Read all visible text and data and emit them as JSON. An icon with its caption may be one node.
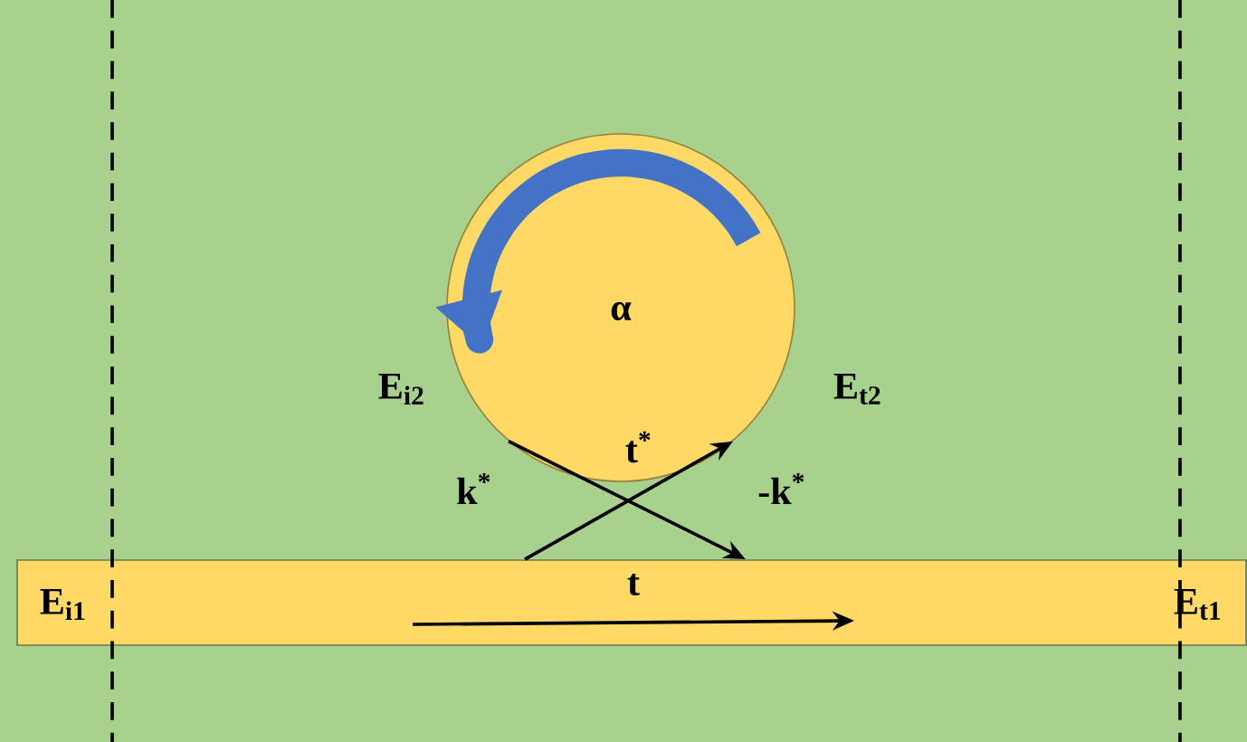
{
  "diagram": {
    "nodes": [
      {
        "text": [
          "E$_{i1}$",
          "E$_{t1}$"
        ]
      },
      {
        "text": [
          "α"
        ],
        "beside": [
          "E$_{i2}$",
          "E$_{t2}$"
        ]
      }
    ],
    "edges": [
      {
        "from": 0,
        "to": 1,
        "arrow": "to"
      },
      {
        "from": 1,
        "to": 0,
        "arrow": "to"
      }
    ],
    "labels": [
      "t$^{*}$",
      "k$^{*}$",
      "-k$^{*}$",
      "t"
    ]
  }
}
